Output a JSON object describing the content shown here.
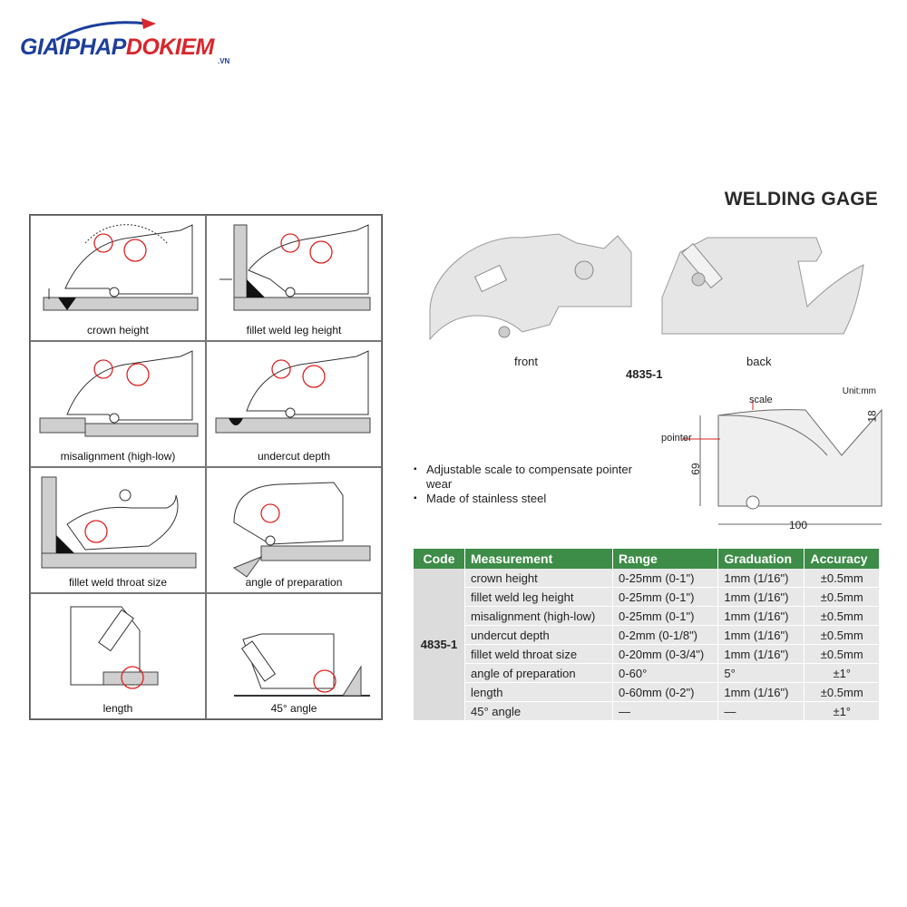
{
  "logo": {
    "brand_part1": "GIAIPHAP",
    "brand_part2": "DOKIEM",
    "suffix": ".VN"
  },
  "title": "WELDING GAGE",
  "photos": {
    "front_label": "front",
    "back_label": "back",
    "model": "4835-1"
  },
  "diagram": {
    "unit": "Unit:mm",
    "scale_label": "scale",
    "pointer_label": "pointer",
    "height": "69",
    "width": "100",
    "thickness": "18"
  },
  "features": [
    "Adjustable scale to compensate pointer wear",
    "Made of stainless steel"
  ],
  "illustrations": [
    {
      "caption": "crown height"
    },
    {
      "caption": "fillet weld leg height"
    },
    {
      "caption": "misalignment (high-low)"
    },
    {
      "caption": "undercut depth"
    },
    {
      "caption": "fillet weld throat size"
    },
    {
      "caption": "angle of preparation"
    },
    {
      "caption": "length"
    },
    {
      "caption": "45° angle"
    }
  ],
  "table": {
    "headers": [
      "Code",
      "Measurement",
      "Range",
      "Graduation",
      "Accuracy"
    ],
    "code": "4835-1",
    "rows": [
      {
        "measurement": "crown height",
        "range": "0-25mm (0-1\")",
        "graduation": "1mm (1/16\")",
        "accuracy": "±0.5mm"
      },
      {
        "measurement": "fillet weld leg height",
        "range": "0-25mm (0-1\")",
        "graduation": "1mm (1/16\")",
        "accuracy": "±0.5mm"
      },
      {
        "measurement": "misalignment (high-low)",
        "range": "0-25mm (0-1\")",
        "graduation": "1mm (1/16\")",
        "accuracy": "±0.5mm"
      },
      {
        "measurement": "undercut depth",
        "range": "0-2mm (0-1/8\")",
        "graduation": "1mm (1/16\")",
        "accuracy": "±0.5mm"
      },
      {
        "measurement": "fillet weld throat size",
        "range": "0-20mm (0-3/4\")",
        "graduation": "1mm (1/16\")",
        "accuracy": "±0.5mm"
      },
      {
        "measurement": "angle of preparation",
        "range": "0-60°",
        "graduation": "5°",
        "accuracy": "±1°"
      },
      {
        "measurement": "length",
        "range": "0-60mm (0-2\")",
        "graduation": "1mm (1/16\")",
        "accuracy": "±0.5mm"
      },
      {
        "measurement": "45° angle",
        "range": "—",
        "graduation": "—",
        "accuracy": "±1°"
      }
    ]
  }
}
